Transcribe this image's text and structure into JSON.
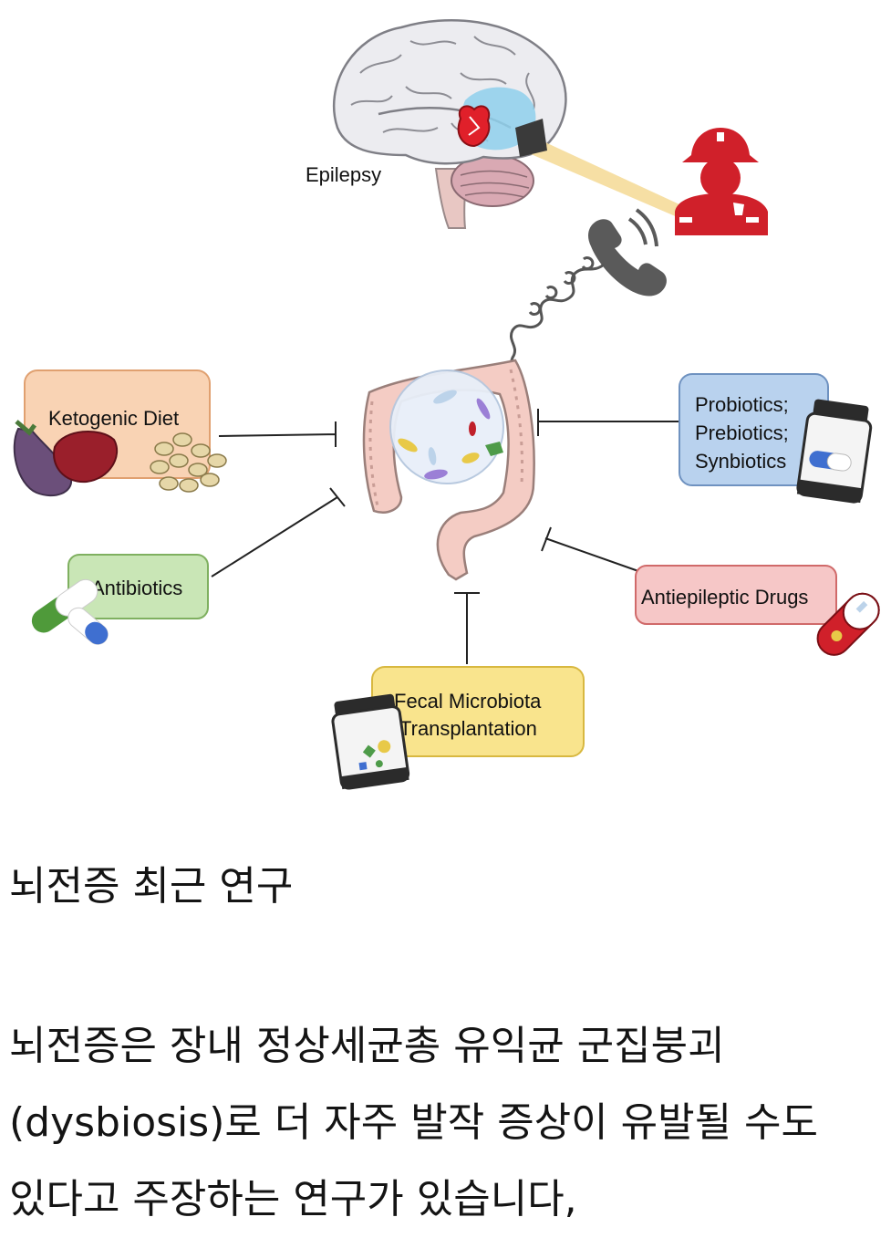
{
  "diagram": {
    "labels": {
      "epilepsy": "Epilepsy",
      "ketogenic": "Ketogenic Diet",
      "probiotics_1": "Probiotics;",
      "probiotics_2": "Prebiotics;",
      "probiotics_3": "Synbiotics",
      "antibiotics": "Antibiotics",
      "antiepileptic": "Antiepileptic Drugs",
      "fecal_1": "Fecal Microbiota",
      "fecal_2": "Transplantation"
    },
    "colors": {
      "ketogenic_box": "#f9d3b4",
      "probiotics_box": "#b9d2ee",
      "antibiotics_box": "#c9e6b6",
      "antiepileptic_box": "#f6c7c7",
      "fecal_box": "#f9e48d",
      "firefighter": "#d0202a",
      "intestine": "#f4ccc4",
      "brain": "#e9e9ee"
    }
  },
  "text": {
    "heading": "뇌전증 최근 연구",
    "paragraph_lines": [
      "뇌전증은 장내 정상세균총 유익균 군집붕괴",
      "(dysbiosis)로 더 자주 발작 증상이 유발될 수도",
      "있다고 주장하는 연구가 있습니다,"
    ]
  }
}
